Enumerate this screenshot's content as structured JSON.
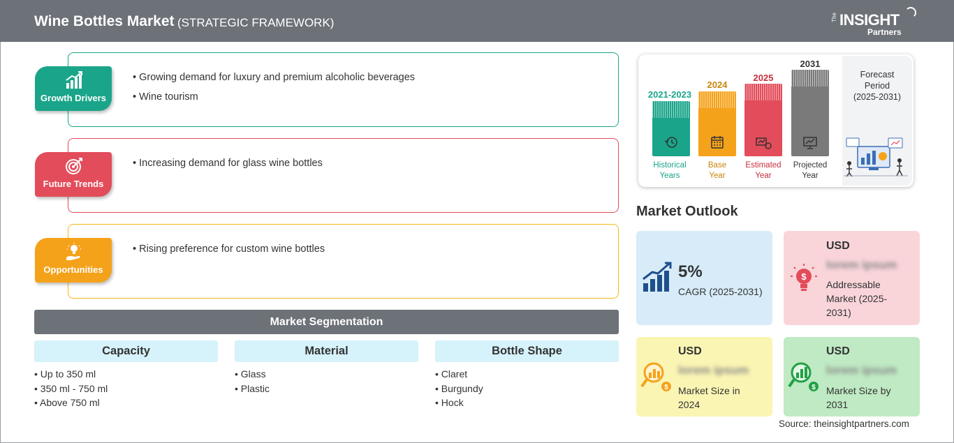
{
  "header": {
    "title": "Wine Bottles Market",
    "subtitle": "(STRATEGIC FRAMEWORK)",
    "logo_the": "The",
    "logo_insight": "INSIGHT",
    "logo_partners": "Partners"
  },
  "framework": [
    {
      "label": "Growth Drivers",
      "color": "#1aa58a",
      "icon": "growth-chart-icon",
      "items": [
        "Growing demand for luxury and premium alcoholic beverages",
        "Wine tourism"
      ]
    },
    {
      "label": "Future Trends",
      "color": "#e34c5a",
      "icon": "target-icon",
      "items": [
        "Increasing demand for glass wine bottles"
      ]
    },
    {
      "label": "Opportunities",
      "color": "#f5a21b",
      "icon": "lightbulb-hand-icon",
      "items": [
        "Rising preference for custom wine bottles"
      ]
    }
  ],
  "segmentation": {
    "title": "Market Segmentation",
    "columns": [
      {
        "title": "Capacity",
        "items": [
          "Up to 350 ml",
          "350 ml - 750 ml",
          "Above 750 ml"
        ]
      },
      {
        "title": "Material",
        "items": [
          "Glass",
          "Plastic"
        ]
      },
      {
        "title": "Bottle Shape",
        "items": [
          "Claret",
          "Burgundy",
          "Hock"
        ]
      }
    ]
  },
  "timeline": {
    "periods": [
      {
        "year": "2021-2023",
        "label_line1": "Historical",
        "label_line2": "Years",
        "color": "#1aa58a",
        "icon": "history-icon"
      },
      {
        "year": "2024",
        "label_line1": "Base",
        "label_line2": "Year",
        "color": "#f5a21b",
        "icon": "calendar-icon"
      },
      {
        "year": "2025",
        "label_line1": "Estimated",
        "label_line2": "Year",
        "color": "#e34c5a",
        "icon": "estimate-icon"
      },
      {
        "year": "2031",
        "label_line1": "Projected",
        "label_line2": "Year",
        "color": "#7a7a7a",
        "icon": "projection-icon"
      }
    ],
    "forecast_line1": "Forecast",
    "forecast_line2": "Period",
    "forecast_range": "(2025-2031)"
  },
  "outlook": {
    "title": "Market Outlook",
    "cagr_value": "5%",
    "cagr_label": "CAGR (2025-2031)",
    "addressable_currency": "USD",
    "addressable_value": "lorem ipsum",
    "addressable_label": "Addressable Market (2025-2031)",
    "size2024_currency": "USD",
    "size2024_value": "lorem ipsum",
    "size2024_label": "Market Size in 2024",
    "size2031_currency": "USD",
    "size2031_value": "lorem ipsum",
    "size2031_label": "Market Size by 2031"
  },
  "source": "Source: theinsightpartners.com"
}
